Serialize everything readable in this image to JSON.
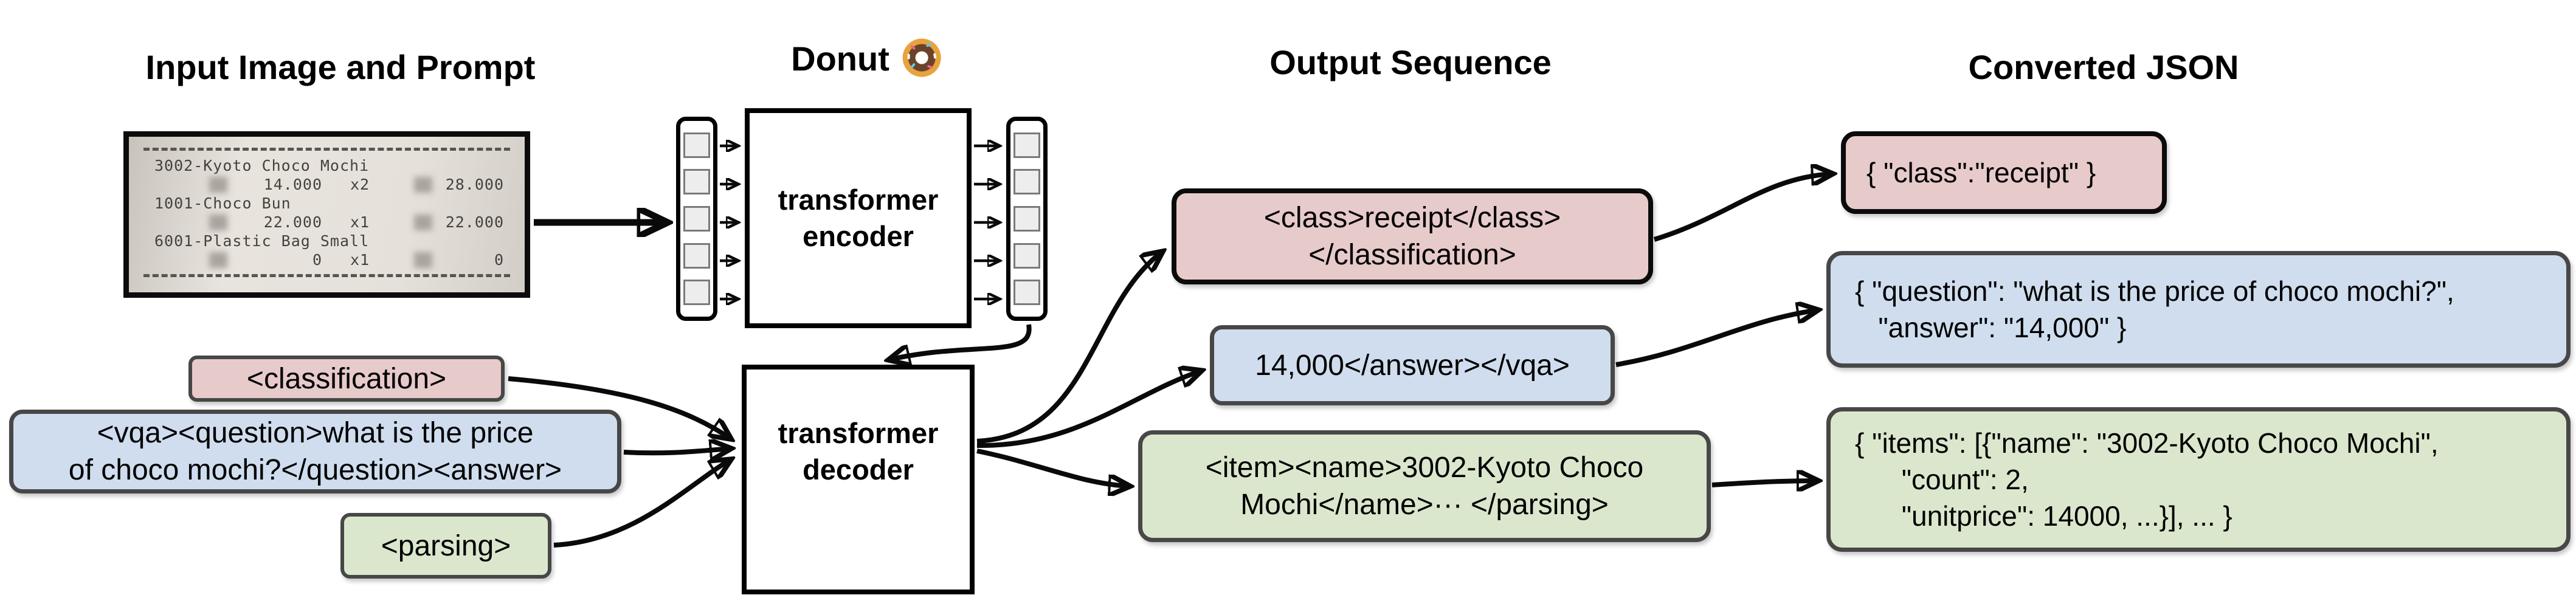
{
  "titles": {
    "input": "Input Image and Prompt",
    "model": "Donut",
    "model_icon": "donut-icon",
    "output": "Output Sequence",
    "converted": "Converted JSON"
  },
  "model": {
    "encoder_label": "transformer\nencoder",
    "decoder_label": "transformer\ndecoder"
  },
  "receipt": {
    "items": [
      {
        "name": "3002-Kyoto Choco Mochi",
        "unit": "14.000",
        "qty": "x2",
        "total": "28.000"
      },
      {
        "name": "1001-Choco Bun",
        "unit": "22.000",
        "qty": "x1",
        "total": "22.000"
      },
      {
        "name": "6001-Plastic Bag Small",
        "unit": "0",
        "qty": "x1",
        "total": "0"
      }
    ]
  },
  "prompts": {
    "classification": "<classification>",
    "vqa": "<vqa><question>what is the price\nof choco mochi?</question><answer>",
    "parsing": "<parsing>"
  },
  "outputs": {
    "classification": "<class>receipt</class>\n</classification>",
    "vqa": "14,000</answer></vqa>",
    "parsing": "<item><name>3002-Kyoto Choco\nMochi</name>··· </parsing>"
  },
  "converted": {
    "classification": "{ \"class\":\"receipt\" }",
    "vqa": "{ \"question\": \"what is the price of choco mochi?\",\n   \"answer\": \"14,000\" }",
    "parsing": "{ \"items\": [{\"name\": \"3002-Kyoto Choco Mochi\",\n      \"count\": 2,\n      \"unitprice\": 14000, ...}], ... }"
  },
  "colors": {
    "classification_fill": "#e7caca",
    "vqa_fill": "#cfddee",
    "parsing_fill": "#dbe7cd",
    "border_black": "#0b0b0b",
    "border_gray": "#474747",
    "arrow": "#0a0a0a"
  }
}
